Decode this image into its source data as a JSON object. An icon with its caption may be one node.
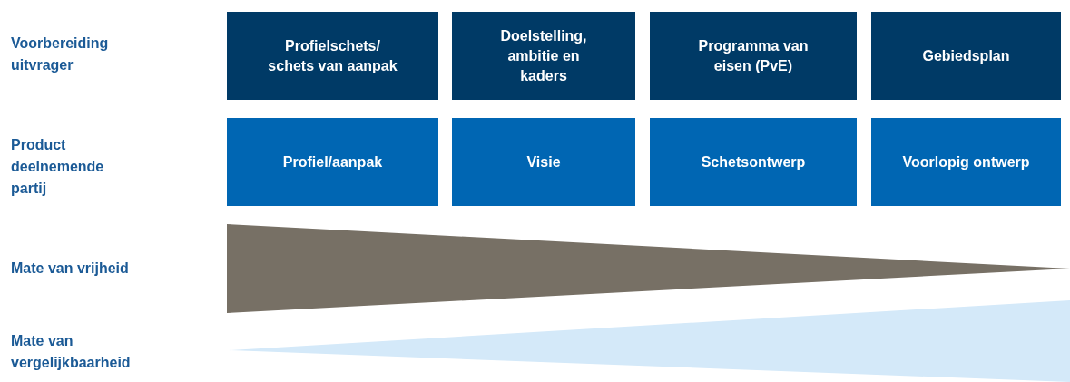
{
  "diagram": {
    "nodes": [
      {
        "text": [
          "Profielschets/ schets van aanpak"
        ]
      },
      {
        "text": [
          "Doelstelling, ambitie en kaders"
        ]
      },
      {
        "text": [
          "Programma van eisen (PvE)"
        ]
      },
      {
        "text": [
          "Gebiedsplan"
        ]
      },
      {
        "text": [
          "Profiel/aanpak"
        ]
      },
      {
        "text": [
          "Visie"
        ]
      },
      {
        "text": [
          "Schetsontwerp"
        ]
      },
      {
        "text": [
          "Voorlopig ontwerp"
        ]
      }
    ],
    "edges": [],
    "labels": [
      "Voorbereiding uitvrager",
      "Product deelnemende partij",
      "Mate van vrijheid",
      "Mate van vergelijkbaarheid"
    ]
  }
}
